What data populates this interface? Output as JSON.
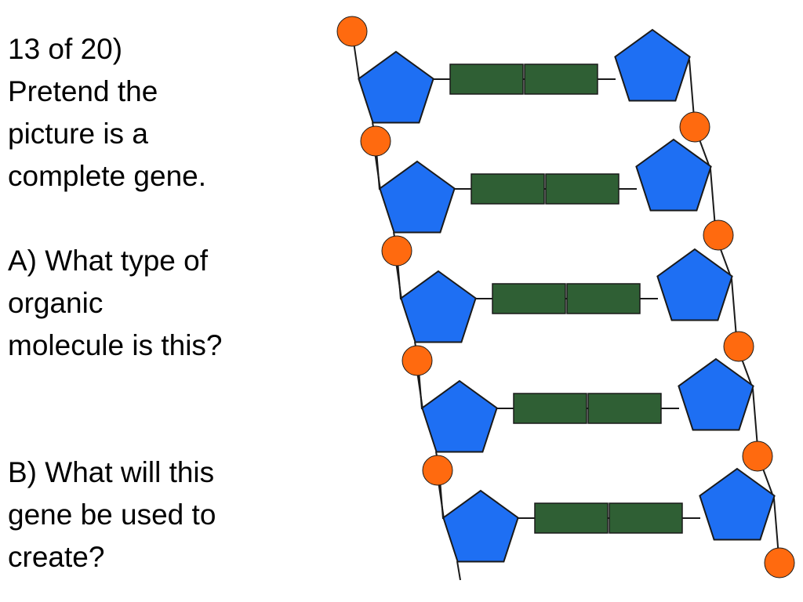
{
  "question": {
    "number_line": "13 of 20)",
    "intro_lines": [
      "Pretend the",
      "picture is a",
      "complete gene."
    ],
    "part_a_lines": [
      "A) What type of",
      "organic",
      "molecule is this?"
    ],
    "part_b_lines": [
      "B) What will this",
      "gene be used to",
      "create?"
    ]
  },
  "diagram": {
    "rungs": 5,
    "colors": {
      "phosphate": "#ff6a0f",
      "sugar": "#1e6ff3",
      "base": "#2f5f34",
      "outline": "#1a1a1a"
    }
  }
}
